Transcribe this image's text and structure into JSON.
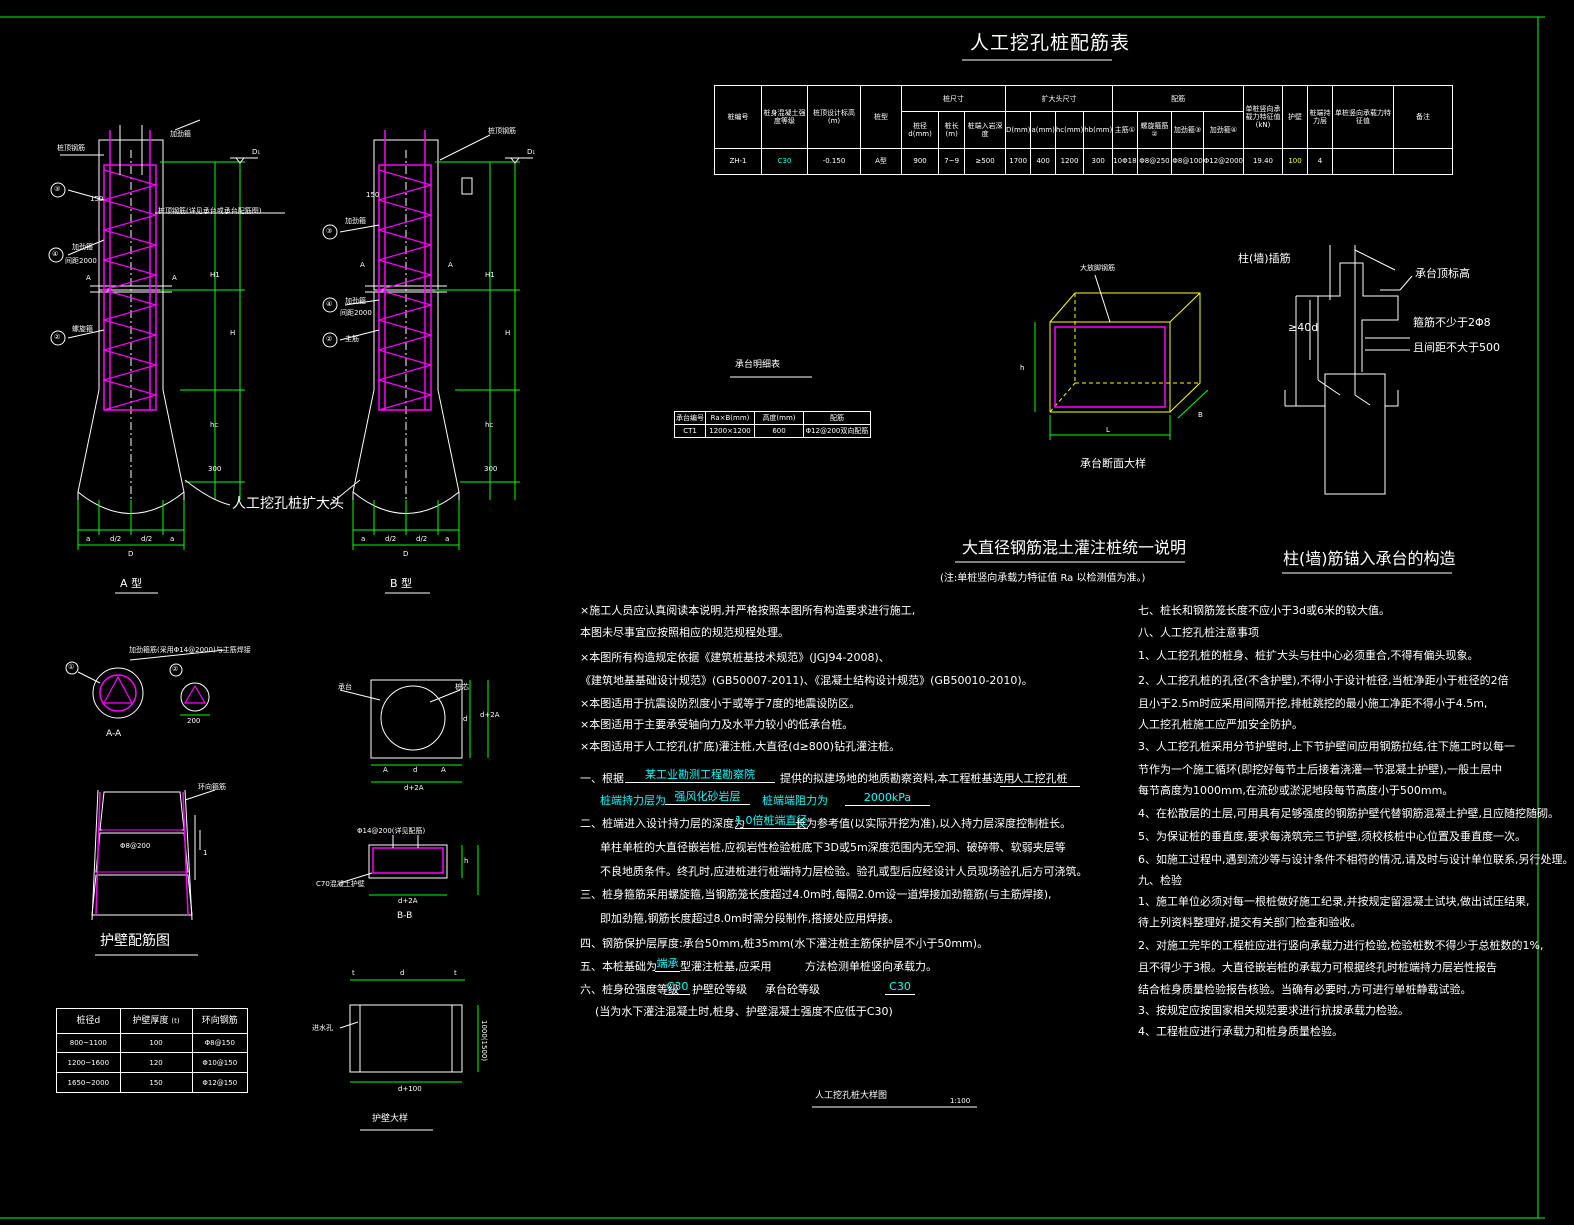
{
  "colors": {
    "frame": "#00ff00",
    "rebar": "#ff00ff",
    "dim": "#00ff00",
    "yellow": "#ffff00",
    "cyan": "#00ffff",
    "text": "#ffffff"
  },
  "titles": {
    "rebar_table": "人工挖孔桩配筋表",
    "cap_table": "承台明细表",
    "cap_section": "承台断面大样",
    "system_note": "大直径钢筋混土灌注桩统一说明",
    "system_note_sub": "(注:单桩竖向承载力特征值 Ra 以检测值为准。)",
    "anchor": "柱(墙)筋锚入承台的构造",
    "type_a": "A 型",
    "type_b": "B 型",
    "enlarge": "人工挖孔桩扩大头",
    "section_aa": "A-A",
    "section_bb": "B-B",
    "wall_rebar": "护壁配筋图",
    "wall_detail": "护壁大样",
    "detail_title": "人工挖孔桩大样图",
    "detail_scale": "1:100"
  },
  "rebar_table": {
    "headers": [
      "桩编号",
      "桩身混凝土强度等级",
      "桩顶设计标高(m)",
      "桩型",
      "桩尺寸",
      "扩大头尺寸",
      "配筋",
      "单桩竖向承载力特征值(kN)",
      "护壁",
      "桩端持力层",
      "单桩竖向承载力特征值",
      "备注"
    ],
    "sub_pile": [
      "桩径d(mm)",
      "桩长(m)",
      "桩端入岩深度"
    ],
    "sub_head": [
      "D(mm)",
      "a(mm)",
      "hc(mm)",
      "hb(mm)"
    ],
    "sub_rebar": [
      "主筋①",
      "螺旋箍筋②",
      "加劲箍③",
      "加劲箍④"
    ],
    "row": {
      "id": "ZH-1",
      "concrete": "C30",
      "elev": "-0.150",
      "type": "A型",
      "d": "900",
      "len": "7~9",
      "rock": "≥500",
      "D": "1700",
      "a": "400",
      "hc": "1200",
      "hb": "300",
      "main": "10Φ18",
      "spiral": "Φ8@250",
      "stir3": "Φ8@100",
      "stir4": "Φ12@2000",
      "cap": "19.40",
      "wall": "100",
      "layer": "4"
    }
  },
  "cap_table": {
    "headers": [
      "承台编号",
      "Ra×B(mm)",
      "高度(mm)",
      "配筋"
    ],
    "row": [
      "CT1",
      "1200×1200",
      "600",
      "Φ12@200双向配筋"
    ]
  },
  "pile_labels": {
    "top_rebar": "桩顶钢筋",
    "stir1": "加劲箍",
    "spiral": "螺旋箍",
    "main": "主筋",
    "pitch": "间距2000",
    "note_side": "桩顶钢筋(详见承台或承台配筋图)",
    "level": "D₁",
    "sa": "A",
    "H1": "H1",
    "H": "H",
    "hc": "hc",
    "h300": "300",
    "dim_a": "a",
    "dim_d2": "d/2",
    "dim_D": "D",
    "c1": "①",
    "c2": "②",
    "c3": "③",
    "c4": "④",
    "v150": "150"
  },
  "cap_labels": {
    "top_rebar": "大放脚钢筋",
    "h": "h",
    "L": "L",
    "B": "B"
  },
  "anchor_labels": {
    "insert": "柱(墙)插筋",
    "cap_top": "承台顶标高",
    "anchor": "≥40d",
    "stir": "箍筋不少于2Φ8",
    "spacing": "且间距不大于500"
  },
  "aa_labels": {
    "note": "加劲箍筋(采用Φ14@2000)与主筋焊接",
    "dim": "200"
  },
  "bb_labels": {
    "stir": "Φ14@200(详见配筋)",
    "top": "承台",
    "pile": "桩芯",
    "d2": "d+2A",
    "ring": "C70混凝土护壁",
    "d": "d",
    "A": "A",
    "h": "h"
  },
  "wall_labels": {
    "rebar": "Φ8@200",
    "ring": "环向箍筋",
    "v": "1"
  },
  "wall_detail_labels": {
    "ttl": "进水孔",
    "a": "d",
    "b": "d+100",
    "h": "1000(1500)",
    "t": "t"
  },
  "wall_table": {
    "headers": [
      "桩径d",
      "护壁厚度",
      "环向钢筋"
    ],
    "unit": "(t)",
    "rows": [
      [
        "800~1100",
        "100",
        "Φ8@150"
      ],
      [
        "1200~1600",
        "120",
        "Φ10@150"
      ],
      [
        "1650~2000",
        "150",
        "Φ12@150"
      ]
    ]
  },
  "notes_left": [
    "×施工人员应认真阅读本说明,并严格按照本图所有构造要求进行施工,",
    "  本图未尽事宜应按照相应的规范规程处理。",
    "×本图所有构造规定依据《建筑桩基技术规范》(JGJ94-2008)、",
    "  《建筑地基基础设计规范》(GB50007-2011)、《混凝土结构设计规范》(GB50010-2010)。",
    "×本图适用于抗震设防烈度小于或等于7度的地震设防区。",
    "×本图适用于主要承受轴向力及水平力较小的低承台桩。",
    "×本图适用于人工挖孔(扩底)灌注桩,大直径(d≥800)钻孔灌注桩。"
  ],
  "notes_fill": {
    "l1a": "一、根据",
    "l1b": "某工业勘测工程勘察院",
    "l1c": "提供的拟建场地的地质勘察资料,本工程桩基选用",
    "l1d": "人工挖孔桩",
    "l2a": "桩端持力层为",
    "l2b": "强风化砂岩层",
    "l2c": "桩端端阻力为",
    "l2d": "2000kPa",
    "l3a": "二、桩端进入设计持力层的深度为",
    "l3b": "1.0倍桩端直径",
    "l3c": "长为参考值(以实际开挖为准),以入持力层深度控制桩长。",
    "l4": "单柱单桩的大直径嵌岩桩,应视岩性检验桩底下3D或5m深度范围内无空洞、破碎带、软弱夹层等",
    "l5": "不良地质条件。终孔时,应进桩进行桩端持力层检验。验孔或型后应经设计人员现场验孔后方可浇筑。",
    "l6": "三、桩身箍筋采用螺旋箍,当钢筋笼长度超过4.0m时,每隔2.0m设一道焊接加劲箍筋(与主筋焊接),",
    "l7": "即加劲箍,钢筋长度超过8.0m时需分段制作,搭接处应用焊接。",
    "l8": "四、钢筋保护层厚度:承台50mm,桩35mm(水下灌注桩主筋保护层不小于50mm)。",
    "l9a": "五、本桩基础为",
    "l9b": "端承",
    "l9c": "型灌注桩基,应采用",
    "l9d": "方法检测单桩竖向承载力。",
    "l10a": "六、桩身砼强度等级",
    "l10b": "C30",
    "l10c": "护壁砼等级",
    "l10d": "承台砼等级",
    "l10e": "C30",
    "l11": "(当为水下灌注混凝土时,桩身、护壁混凝土强度不应低于C30)"
  },
  "notes_right": [
    "七、桩长和钢筋笼长度不应小于3d或6米的较大值。",
    "八、人工挖孔桩注意事项",
    "1、人工挖孔桩的桩身、桩扩大头与柱中心必须重合,不得有偏头现象。",
    "2、人工挖孔桩的孔径(不含护壁),不得小于设计桩径,当桩净距小于桩径的2倍",
    "   且小于2.5m时应采用间隔开挖,排桩跳挖的最小施工净距不得小于4.5m,",
    "   人工挖孔桩施工应严加安全防护。",
    "3、人工挖孔桩采用分节护壁时,上下节护壁间应用钢筋拉结,往下施工时以每一",
    "   节作为一个施工循环(即挖好每节土后接着浇灌一节混凝土护壁),一般土层中",
    "   每节高度为1000mm,在流砂或淤泥地段每节高度小于500mm。",
    "4、在松散层的土层,可用具有足够强度的钢筋护壁代替钢筋混凝土护壁,且应随挖随砌。",
    "5、为保证桩的垂直度,要求每浇筑完三节护壁,须校核桩中心位置及垂直度一次。",
    "6、如施工过程中,遇到流沙等与设计条件不相符的情况,请及时与设计单位联系,另行处理。",
    "九、检验",
    "1、施工单位必须对每一根桩做好施工纪录,并按规定留混凝土试块,做出试压结果,",
    "   待上列资料整理好,提交有关部门检查和验收。",
    "2、对施工完毕的工程桩应进行竖向承载力进行检验,检验桩数不得少于总桩数的1%,",
    "   且不得少于3根。大直径嵌岩桩的承载力可根据终孔时桩端持力层岩性报告",
    "   结合桩身质量检验报告核验。当确有必要时,方可进行单桩静载试验。",
    "3、按规定应按国家相关规范要求进行抗拔承载力检验。",
    "4、工程桩应进行承载力和桩身质量检验。"
  ]
}
